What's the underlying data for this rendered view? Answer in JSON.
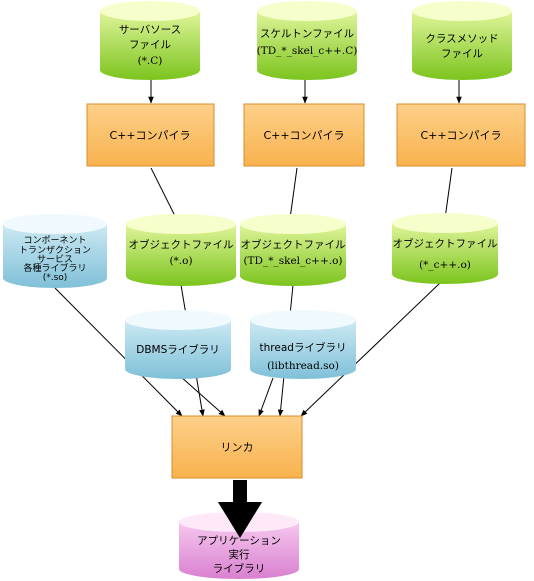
{
  "colors": {
    "green_top": "#f4ffc2",
    "green_body": "#8ed428",
    "blue_top": "#eef8fc",
    "blue_body": "#8ccadf",
    "pink_top": "#fde7f7",
    "pink_body": "#e090d8",
    "orange_fill": "#fbbf63",
    "orange_border": "#d98c2a",
    "line": "#000000"
  },
  "nodes": {
    "source_file": {
      "lines": [
        "サーバソース",
        "ファイル",
        "(*.C)"
      ]
    },
    "skeleton_file": {
      "lines": [
        "スケルトンファイル",
        "(TD_*_skel_c++.C)"
      ]
    },
    "class_method_file": {
      "lines": [
        "クラスメソッド",
        "ファイル"
      ]
    },
    "compiler_1": {
      "label": "C++コンパイラ"
    },
    "compiler_2": {
      "label": "C++コンパイラ"
    },
    "compiler_3": {
      "label": "C++コンパイラ"
    },
    "component_library": {
      "lines": [
        "コンポーネント",
        "トランザクション",
        "サービス",
        "各種ライブラリ",
        "(*.so)"
      ]
    },
    "object_file_1": {
      "lines": [
        "オブジェクトファイル",
        "(*.o)"
      ]
    },
    "object_file_2": {
      "lines": [
        "オブジェクトファイル",
        "(TD_*_skel_c++.o)"
      ]
    },
    "object_file_3": {
      "lines": [
        "オブジェクトファイル",
        "(*_c++.o)"
      ]
    },
    "dbms_library": {
      "lines": [
        "DBMSライブラリ"
      ]
    },
    "thread_library": {
      "lines": [
        "threadライブラリ",
        "(libthread.so)"
      ]
    },
    "linker": {
      "label": "リンカ"
    },
    "executable_library": {
      "lines": [
        "アプリケーション",
        "実行",
        "ライブラリ"
      ]
    }
  }
}
